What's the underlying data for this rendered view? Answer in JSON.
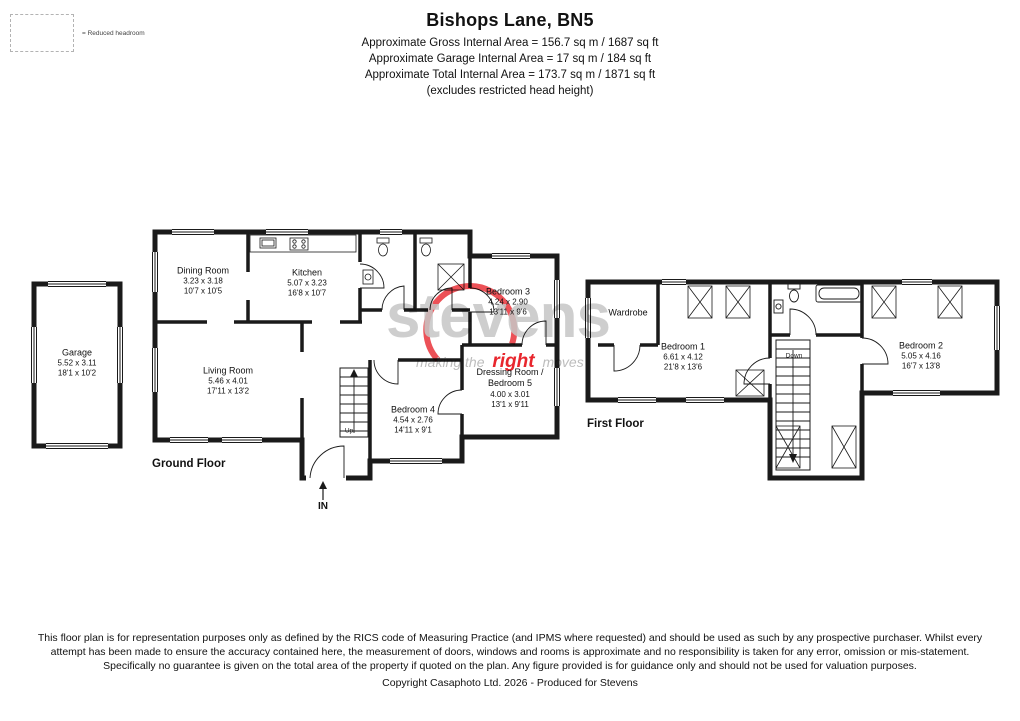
{
  "header": {
    "title": "Bishops Lane, BN5",
    "area_lines": [
      "Approximate Gross Internal Area = 156.7 sq m / 1687 sq ft",
      "Approximate Garage Internal Area = 17 sq m / 184 sq ft",
      "Approximate Total Internal Area = 173.7 sq m / 1871 sq ft",
      "(excludes restricted head height)"
    ]
  },
  "legend": {
    "reduced_headroom": "= Reduced headroom"
  },
  "floors": {
    "ground": {
      "label": "Ground Floor",
      "in_label": "IN",
      "up_label": "Up"
    },
    "first": {
      "label": "First Floor",
      "down_label": "Down"
    }
  },
  "rooms": {
    "garage": {
      "name": "Garage",
      "metric": "5.52 x 3.11",
      "imperial": "18'1 x 10'2"
    },
    "dining_room": {
      "name": "Dining Room",
      "metric": "3.23 x 3.18",
      "imperial": "10'7 x 10'5"
    },
    "kitchen": {
      "name": "Kitchen",
      "metric": "5.07 x 3.23",
      "imperial": "16'8 x 10'7"
    },
    "living_room": {
      "name": "Living Room",
      "metric": "5.46 x 4.01",
      "imperial": "17'11 x 13'2"
    },
    "bedroom_3": {
      "name": "Bedroom 3",
      "metric": "4.24 x 2.90",
      "imperial": "13'11 x 9'6"
    },
    "bedroom_4": {
      "name": "Bedroom 4",
      "metric": "4.54 x 2.76",
      "imperial": "14'11 x 9'1"
    },
    "dressing_room": {
      "name": "Dressing Room /",
      "name2": "Bedroom 5",
      "metric": "4.00 x 3.01",
      "imperial": "13'1 x 9'11"
    },
    "wardrobe": {
      "name": "Wardrobe"
    },
    "bedroom_1": {
      "name": "Bedroom 1",
      "metric": "6.61 x 4.12",
      "imperial": "21'8 x 13'6"
    },
    "bedroom_2": {
      "name": "Bedroom 2",
      "metric": "5.05 x 4.16",
      "imperial": "16'7 x 13'8"
    }
  },
  "watermark": {
    "brand": "stevens",
    "tagline_pre": "making the",
    "tagline_accent": "right",
    "tagline_post": "moves",
    "accent_color": "#e8262d",
    "gray_color": "#c6c6c6"
  },
  "footer": {
    "disclaimer": "This floor plan is for representation purposes only as defined by the RICS code of Measuring Practice (and IPMS where requested) and should be used as such by any prospective purchaser. Whilst every attempt has been made to ensure the accuracy contained here, the measurement of doors, windows and rooms is approximate and no responsibility is taken for any error, omission or mis-statement. Specifically no guarantee is given on the total area of the property if quoted on the plan. Any figure provided is for guidance only and should not be used for valuation purposes.",
    "copyright": "Copyright Casaphoto Ltd. 2026 - Produced for Stevens"
  }
}
